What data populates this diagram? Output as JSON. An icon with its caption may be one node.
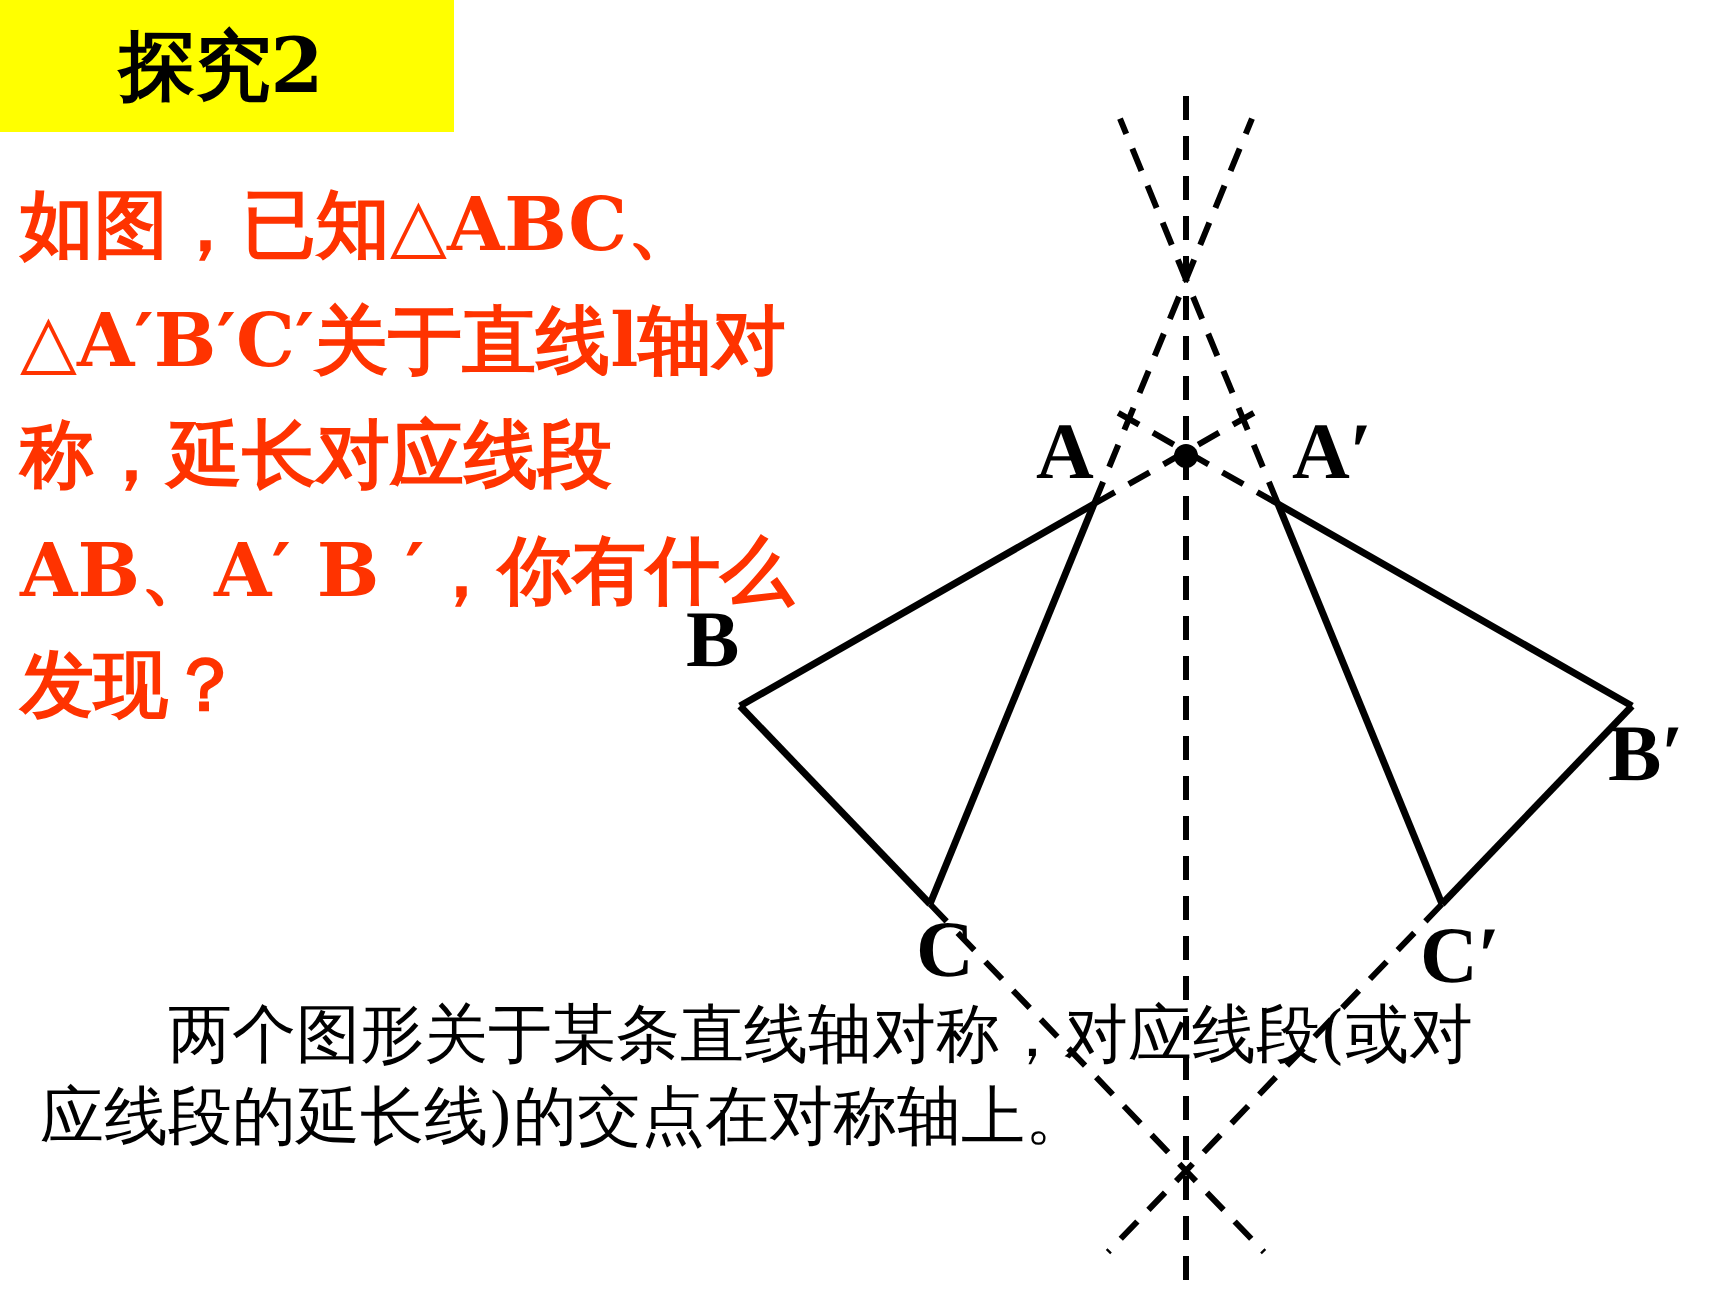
{
  "diagram": {
    "title": "探究2",
    "labels": [
      "如图，已知△ABC、△A′B′C′关于直线l轴对称，延长对应线段AB、A′ B ′，你有什么发现？",
      "A",
      "A′",
      "B",
      "B′",
      "C",
      "C′",
      "两个图形关于某条直线轴对称，对应线段(或对应线段的延长线)的交点在对称轴上。"
    ]
  }
}
